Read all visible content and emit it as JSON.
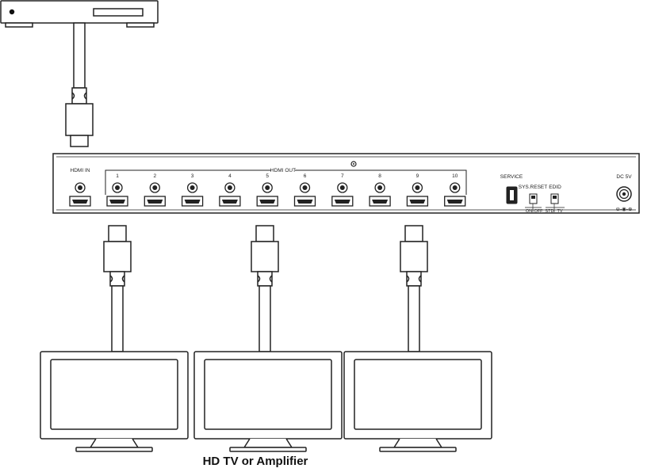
{
  "source_device": {
    "icon": "media-player-icon"
  },
  "splitter": {
    "hdmi_in_label": "HDMI IN",
    "hdmi_out_label": "HDMI OUT",
    "output_ports": [
      "1",
      "2",
      "3",
      "4",
      "5",
      "6",
      "7",
      "8",
      "9",
      "10"
    ],
    "service_label": "SERVICE",
    "sys_reset_label": "SYS.RESET",
    "sys_reset_on": "ON",
    "sys_reset_off": "OFF",
    "edid_label": "EDID",
    "edid_std": "STD",
    "edid_tv": "TV",
    "dc_label": "DC 5V",
    "polarity_symbol": "⊖-◉-⊕"
  },
  "displays": {
    "count": 3,
    "caption": "HD TV or Amplifier",
    "icon": "tv-icon"
  }
}
